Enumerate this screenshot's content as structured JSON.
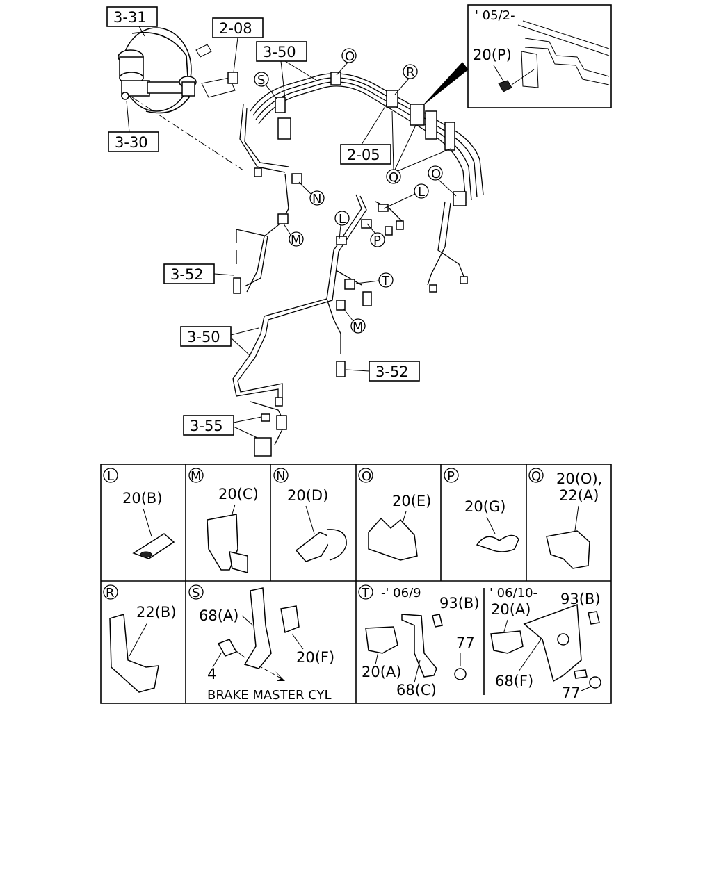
{
  "callouts": {
    "c331": "3-31",
    "c208": "2-08",
    "c350a": "3-50",
    "c330": "3-30",
    "c205": "2-05",
    "c352a": "3-52",
    "c350b": "3-50",
    "c352b": "3-52",
    "c355": "3-55"
  },
  "clip_markers": {
    "O1": "O",
    "R1": "R",
    "S1": "S",
    "Q1": "Q",
    "O2": "O",
    "L1": "L",
    "N1": "N",
    "M1": "M",
    "L2": "L",
    "P1": "P",
    "T1": "T",
    "M2": "M"
  },
  "inset": {
    "date": "' 05/2-",
    "part": "20(P)"
  },
  "details": {
    "L": {
      "letter": "L",
      "part": "20(B)"
    },
    "M": {
      "letter": "M",
      "part": "20(C)"
    },
    "N": {
      "letter": "N",
      "part": "20(D)"
    },
    "O": {
      "letter": "O",
      "part": "20(E)"
    },
    "P": {
      "letter": "P",
      "part": "20(G)"
    },
    "Q": {
      "letter": "Q",
      "part1": "20(O),",
      "part2": "22(A)"
    },
    "R": {
      "letter": "R",
      "part": "22(B)"
    },
    "S": {
      "letter": "S",
      "bracket": "68(A)",
      "clip": "20(F)",
      "bolt": "4",
      "note": "BRAKE MASTER CYL"
    },
    "T": {
      "letter": "T",
      "early": {
        "date": "-' 06/9",
        "bolt": "93(B)",
        "nut": "77",
        "clip": "20(A)",
        "bracket": "68(C)"
      },
      "late": {
        "date": "' 06/10-",
        "bolt": "93(B)",
        "clip": "20(A)",
        "bracket": "68(F)",
        "nut": "77"
      }
    }
  }
}
